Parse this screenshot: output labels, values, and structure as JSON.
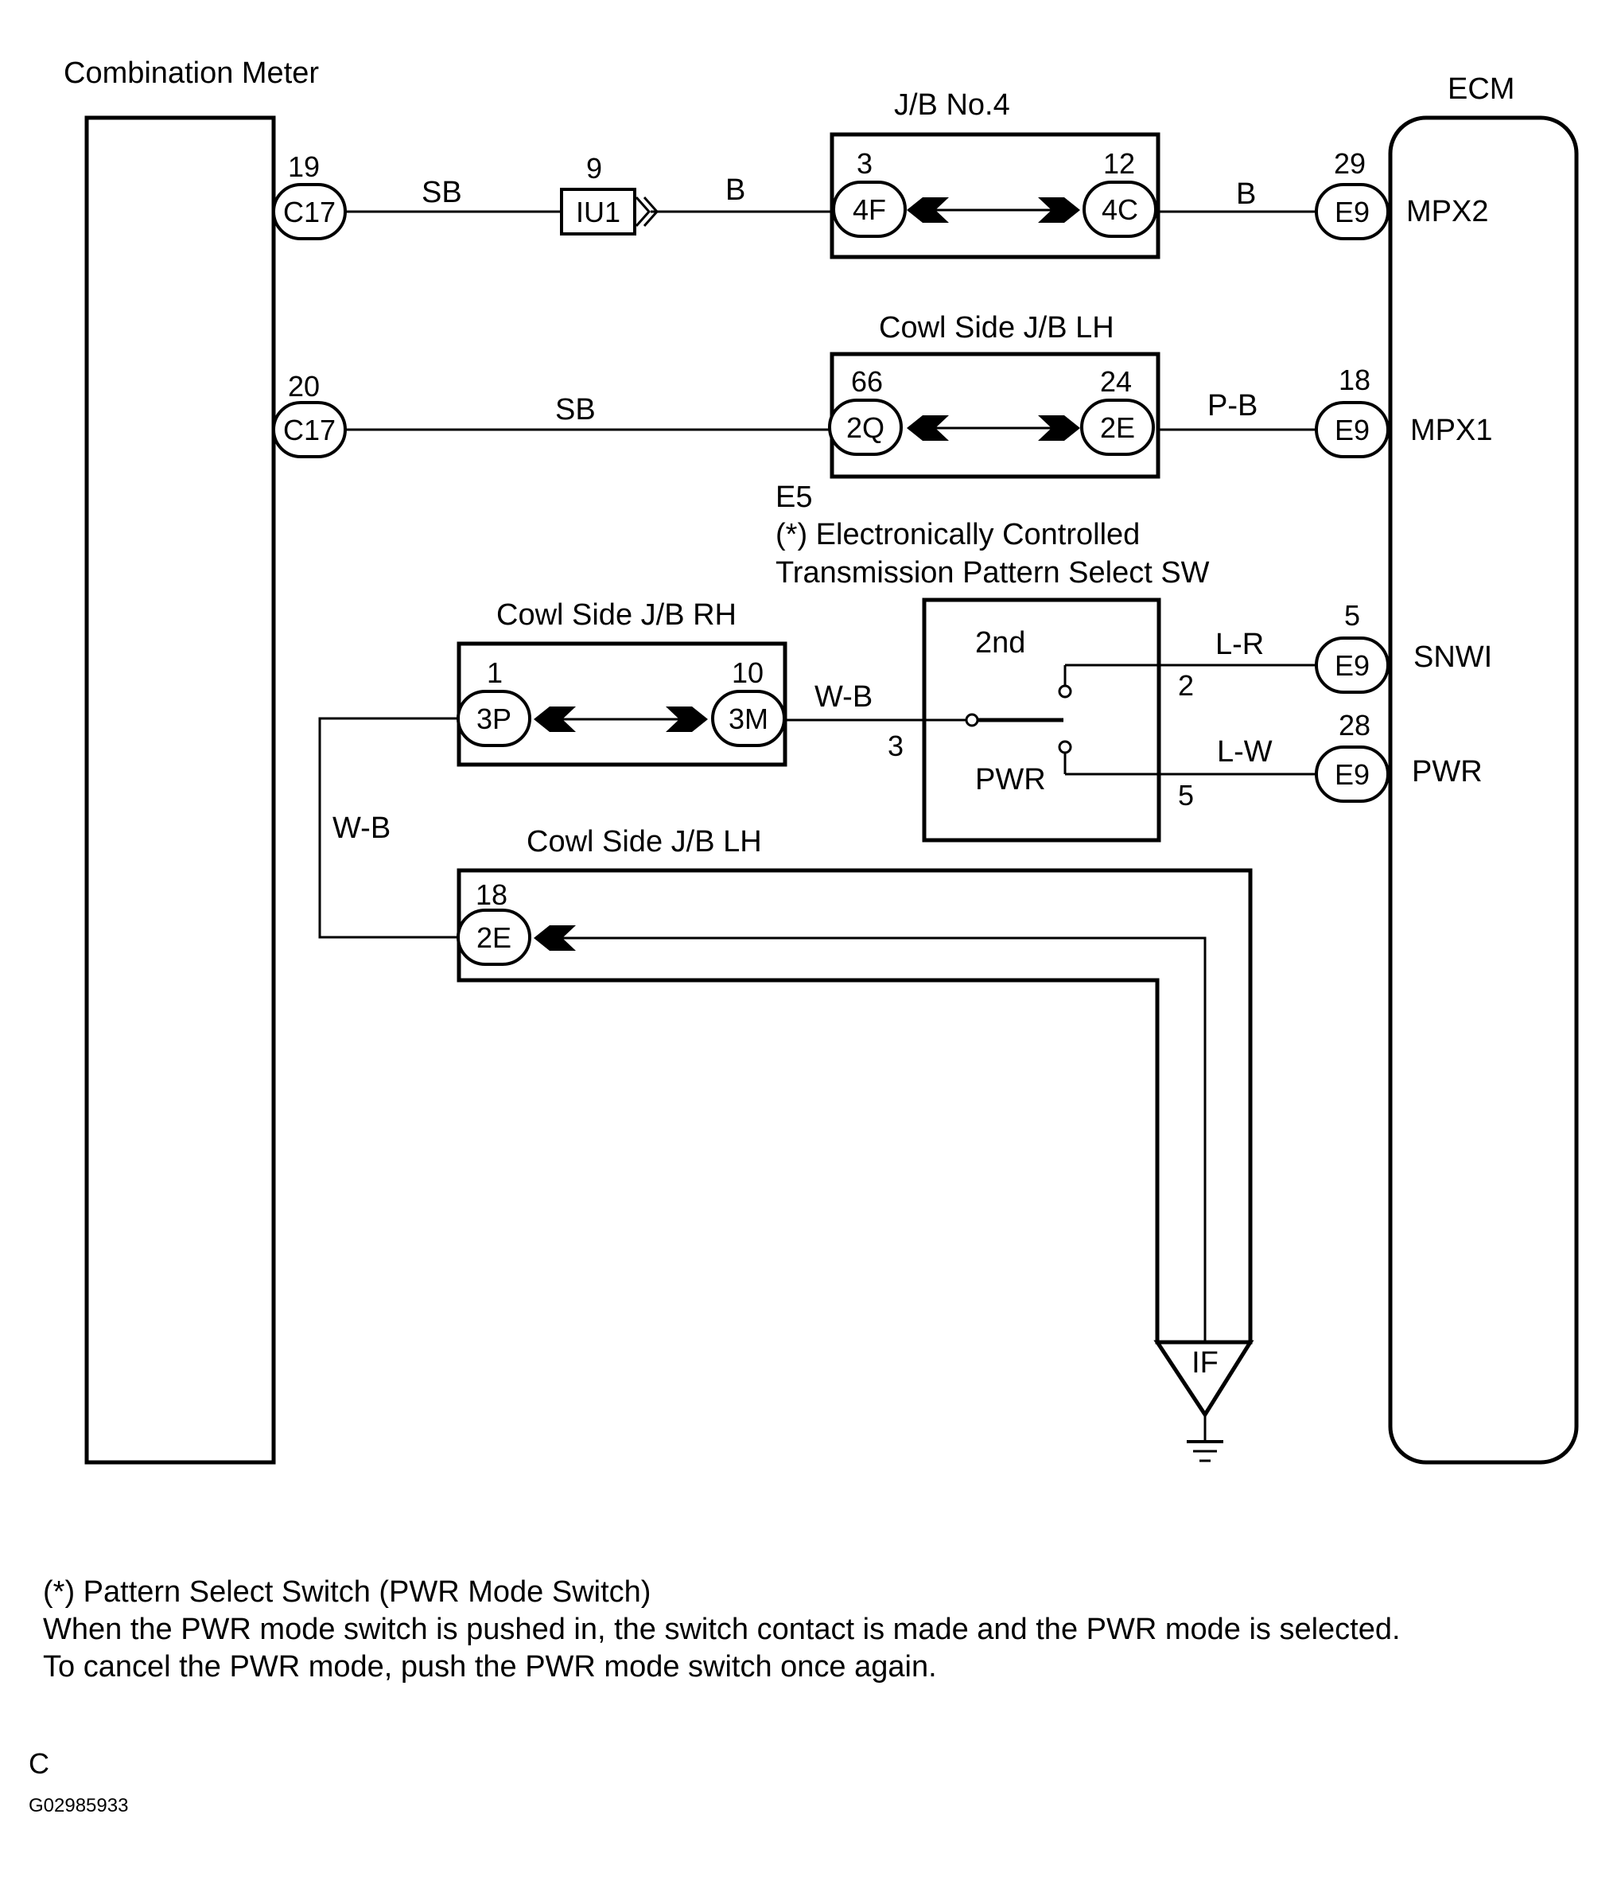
{
  "components": {
    "combination_meter": "Combination Meter",
    "ecm": "ECM",
    "jb4": "J/B No.4",
    "cowl_lh_top": "Cowl Side J/B LH",
    "cowl_rh": "Cowl Side J/B RH",
    "cowl_lh_bottom": "Cowl Side J/B LH",
    "switch_code": "E5",
    "switch_title_line1": "(*) Electronically Controlled",
    "switch_title_line2": "Transmission Pattern Select SW",
    "switch_pos_2nd": "2nd",
    "switch_pos_pwr": "PWR",
    "ground": "IF"
  },
  "connectors": {
    "meter_c17_top": {
      "pin": "19",
      "label": "C17"
    },
    "meter_c17_bottom": {
      "pin": "20",
      "label": "C17"
    },
    "iu1": {
      "pin": "9",
      "label": "IU1"
    },
    "jb4_left": {
      "pin": "3",
      "label": "4F"
    },
    "jb4_right": {
      "pin": "12",
      "label": "4C"
    },
    "cowl_lh_left": {
      "pin": "66",
      "label": "2Q"
    },
    "cowl_lh_right": {
      "pin": "24",
      "label": "2E"
    },
    "cowl_rh_left": {
      "pin": "1",
      "label": "3P"
    },
    "cowl_rh_right": {
      "pin": "10",
      "label": "3M"
    },
    "cowl_lh2": {
      "pin": "18",
      "label": "2E"
    },
    "ecm_mpx2": {
      "pin": "29",
      "label": "E9"
    },
    "ecm_mpx1": {
      "pin": "18",
      "label": "E9"
    },
    "ecm_snwi": {
      "pin": "5",
      "label": "E9"
    },
    "ecm_pwr": {
      "pin": "28",
      "label": "E9"
    }
  },
  "ecm_terminals": {
    "mpx2": "MPX2",
    "mpx1": "MPX1",
    "snwi": "SNWI",
    "pwr": "PWR"
  },
  "wires": {
    "sb_top": "SB",
    "b_iu1": "B",
    "b_ecm": "B",
    "sb_mid": "SB",
    "pb": "P-B",
    "wb_sw": "W-B",
    "wb_left": "W-B",
    "lr": "L-R",
    "lw": "L-W"
  },
  "switch_pins": {
    "in": "3",
    "p2nd": "2",
    "pwr": "5"
  },
  "notes": [
    "(*) Pattern Select Switch (PWR Mode Switch)",
    "When the PWR mode switch is pushed in, the switch contact is made and the PWR mode is selected.",
    "To cancel the PWR mode, push the PWR mode switch once again."
  ],
  "footer": {
    "letter": "C",
    "figure_id": "G02985933"
  }
}
